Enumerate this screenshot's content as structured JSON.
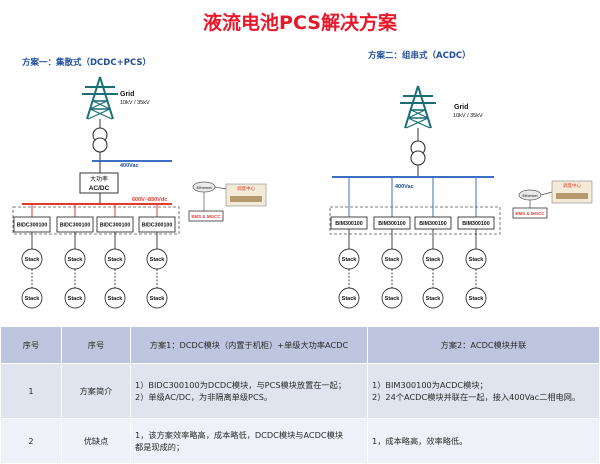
{
  "title": "液流电池PCS解决方案",
  "scheme1": {
    "label": "方案一：集散式（DCDC+PCS）",
    "grid_label": "Grid",
    "grid_voltage": "10kV / 35kV",
    "bus_voltage": "400Vac",
    "acdc_line1": "大功率",
    "acdc_line2": "AC/DC",
    "dc_voltage": "600V~850Vdc",
    "ethernet": "Ethernet",
    "dispatch": "调度中心",
    "ems": "EMS & MGCC",
    "modules": [
      "BIDC300100",
      "BIDC300100",
      "BIDC300100",
      "BIDC300100"
    ],
    "stack_label": "Stack"
  },
  "scheme2": {
    "label": "方案二：组串式（ACDC）",
    "grid_label": "Grid",
    "grid_voltage": "10kV / 35kV",
    "bus_voltage": "400Vac",
    "ethernet": "Ethernet",
    "dispatch": "调度中心",
    "ems": "EMS & MGCC",
    "modules": [
      "BIM300100",
      "BIM300100",
      "BIM300100",
      "BIM300100"
    ],
    "stack_label": "Stack"
  },
  "table": {
    "headers": [
      "序号",
      "序号",
      "方案1：DCDC模块（内置于机柜）+单级大功率ACDC",
      "方案2：ACDC模块并联"
    ],
    "rows": [
      {
        "no": "1",
        "item": "方案简介",
        "s1": [
          "1）BIDC300100为DCDC模块，与PCS模块放置在一起；",
          "2）单级AC/DC，为非隔离单级PCS。"
        ],
        "s2": [
          "1）BIM300100为ACDC模块；",
          "2）24个ACDC模块并联在一起，接入400Vac二相电网。"
        ]
      },
      {
        "no": "2",
        "item": "优缺点",
        "s1": [
          "1，该方案效率略高，成本略低，DCDC模块与ACDC模块",
          "都是现成的；"
        ],
        "s2": [
          "1，成本略高，效率略低。"
        ]
      }
    ]
  },
  "colors": {
    "title": "#e6192b",
    "scheme_label": "#1f4e9a",
    "bus": "#3a6fc4",
    "dc_bus": "#e23a2f",
    "tower": "#1b6e73",
    "table_head": "#bdc6de"
  }
}
